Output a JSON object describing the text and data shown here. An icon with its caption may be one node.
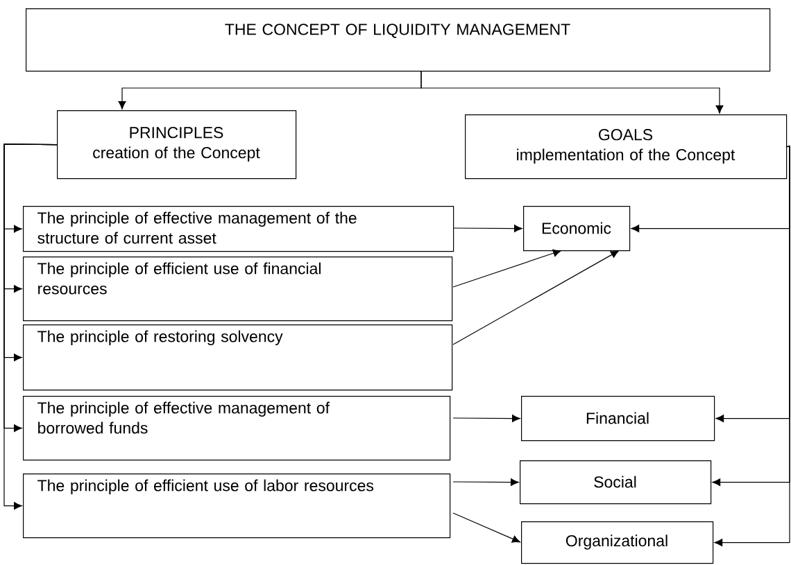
{
  "diagram": {
    "nodes": [
      {
        "text": [
          "THE CONCEPT OF LIQUIDITY MANAGEMENT"
        ]
      },
      {
        "text": [
          "PRINCIPLES",
          "creation of the Concept"
        ]
      },
      {
        "text": [
          "GOALS",
          "implementation of the Concept"
        ]
      },
      {
        "text": [
          "The principle of effective management of the structure of current asset"
        ]
      },
      {
        "text": [
          "The principle of efficient use of financial resources"
        ]
      },
      {
        "text": [
          "The principle of restoring solvency"
        ]
      },
      {
        "text": [
          "The principle of effective management of borrowed funds"
        ]
      },
      {
        "text": [
          "The principle of efficient use of labor resources"
        ]
      },
      {
        "text": [
          "Economic"
        ]
      },
      {
        "text": [
          "Financial"
        ]
      },
      {
        "text": [
          "Social"
        ]
      },
      {
        "text": [
          "Organizational"
        ]
      }
    ],
    "edges": [
      {
        "from": 0,
        "to": 1,
        "arrow": "to"
      },
      {
        "from": 0,
        "to": 2,
        "arrow": "to"
      },
      {
        "from": 1,
        "to": 3,
        "arrow": "to"
      },
      {
        "from": 1,
        "to": 4,
        "arrow": "to"
      },
      {
        "from": 1,
        "to": 5,
        "arrow": "to"
      },
      {
        "from": 1,
        "to": 6,
        "arrow": "to"
      },
      {
        "from": 1,
        "to": 7,
        "arrow": "to"
      },
      {
        "from": 3,
        "to": 8,
        "arrow": "to"
      },
      {
        "from": 4,
        "to": 8,
        "arrow": "to"
      },
      {
        "from": 5,
        "to": 8,
        "arrow": "to"
      },
      {
        "from": 6,
        "to": 9,
        "arrow": "to"
      },
      {
        "from": 7,
        "to": 10,
        "arrow": "to"
      },
      {
        "from": 7,
        "to": 11,
        "arrow": "to"
      },
      {
        "from": 2,
        "to": 8,
        "arrow": "to"
      },
      {
        "from": 2,
        "to": 9,
        "arrow": "to"
      },
      {
        "from": 2,
        "to": 10,
        "arrow": "to"
      },
      {
        "from": 2,
        "to": 11,
        "arrow": "to"
      }
    ]
  }
}
